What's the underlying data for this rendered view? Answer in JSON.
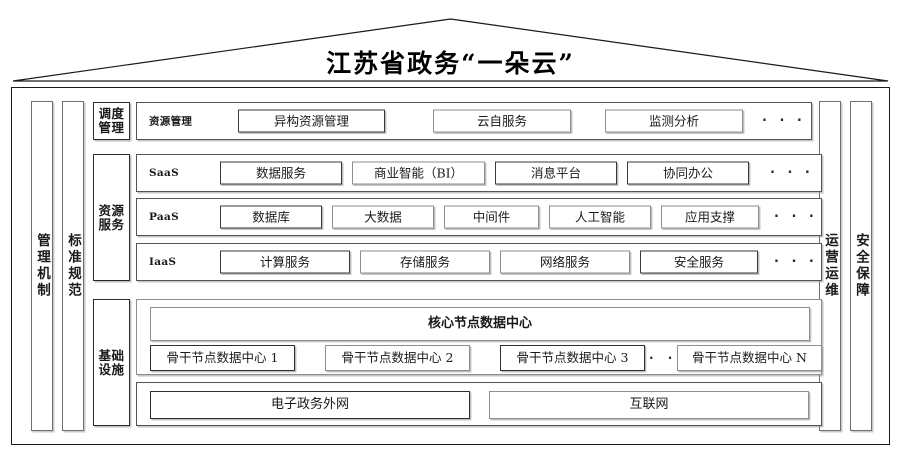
{
  "title": "江苏省政务“一朵云”",
  "pillars": {
    "left": [
      {
        "name": "management-mechanism",
        "label": "管理机制"
      },
      {
        "name": "standard-specification",
        "label": "标准规范"
      }
    ],
    "right": [
      {
        "name": "operation-maintenance",
        "label": "运营运维"
      },
      {
        "name": "security-assurance",
        "label": "安全保障"
      }
    ]
  },
  "categories": {
    "scheduling": "调度管理",
    "resource_service": "资源服务",
    "infrastructure": "基础设施"
  },
  "scheduling_row": {
    "sublabel": "资源管理",
    "items": [
      "异构资源管理",
      "云自服务",
      "监测分析"
    ],
    "ellipsis": "· · ·"
  },
  "service_rows": [
    {
      "tier": "SaaS",
      "items": [
        "数据服务",
        "商业智能（BI）",
        "消息平台",
        "协同办公"
      ],
      "ellipsis": "· · ·"
    },
    {
      "tier": "PaaS",
      "items": [
        "数据库",
        "大数据",
        "中间件",
        "人工智能",
        "应用支撑"
      ],
      "ellipsis": "· · ·"
    },
    {
      "tier": "IaaS",
      "items": [
        "计算服务",
        "存储服务",
        "网络服务",
        "安全服务"
      ],
      "ellipsis": "· · ·"
    }
  ],
  "infrastructure": {
    "core": "核心节点数据中心",
    "nodes": [
      "骨干节点数据中心 1",
      "骨干节点数据中心 2",
      "骨干节点数据中心 3",
      "骨干节点数据中心 N"
    ],
    "node_ellipsis": "· ·",
    "networks": [
      "电子政务外网",
      "互联网"
    ]
  },
  "colors": {
    "background": "#ffffff",
    "line": "#1a1a1a",
    "box_border": "#3a3a3a",
    "shadow": "#909090"
  }
}
